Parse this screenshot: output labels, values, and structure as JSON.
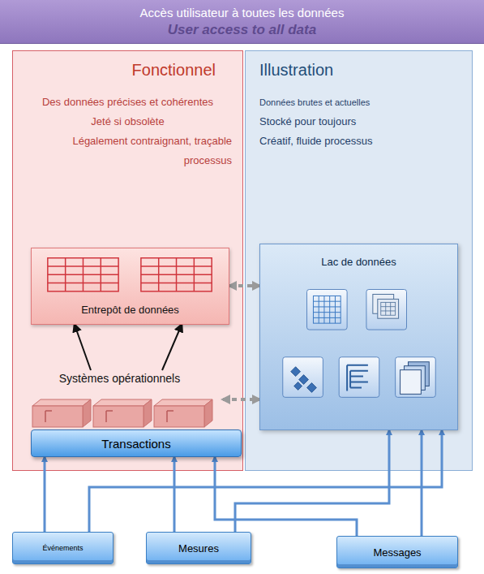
{
  "diagram": {
    "nodes": [
      {
        "text": [
          "Accès utilisateur à toutes les données",
          "User access to all data"
        ]
      },
      {
        "text": [
          "Fonctionnel",
          "Des données précises et cohérentes",
          "Jeté si obsolète",
          "Légalement contraignant, traçable processus"
        ]
      },
      {
        "text": [
          "Entrepôt de données"
        ],
        "in": 1
      },
      {
        "text": [
          "Systèmes opérationnels"
        ],
        "in": 1
      },
      {
        "text": [
          "Transactions"
        ],
        "in": 1
      },
      {
        "text": [
          "Illustration",
          "Données brutes et actuelles",
          "Stocké pour toujours",
          "Créatif, fluide processus"
        ]
      },
      {
        "text": [
          "Lac de données"
        ],
        "in": 5
      },
      {
        "text": [
          "Événements"
        ]
      },
      {
        "text": [
          "Mesures"
        ]
      },
      {
        "text": [
          "Messages"
        ]
      }
    ],
    "edges": [
      {
        "from": 3,
        "to": 2,
        "arrow": "to"
      },
      {
        "from": 3,
        "to": 2,
        "arrow": "to"
      },
      {
        "from": 2,
        "to": 6,
        "arrow": "both"
      },
      {
        "from": 3,
        "to": 6,
        "arrow": "both"
      },
      {
        "from": 7,
        "to": 4,
        "arrow": "to"
      },
      {
        "from": 7,
        "to": 6,
        "arrow": "to"
      },
      {
        "from": 8,
        "to": 4,
        "arrow": "to"
      },
      {
        "from": 8,
        "to": 6,
        "arrow": "to"
      },
      {
        "from": 9,
        "to": 4,
        "arrow": "to"
      },
      {
        "from": 9,
        "to": 6,
        "arrow": "to"
      }
    ]
  }
}
